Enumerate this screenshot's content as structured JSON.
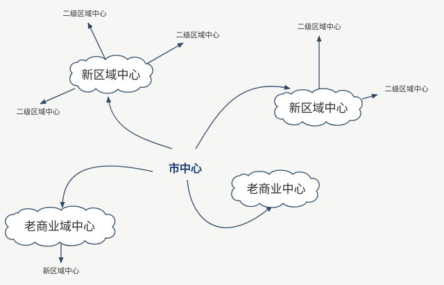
{
  "center": {
    "label": "市中心"
  },
  "nodes": {
    "new_area_left": {
      "label": "新区域中心"
    },
    "new_area_right": {
      "label": "新区域中心"
    },
    "old_commercial": {
      "label": "老商业中心"
    },
    "old_commercial_area": {
      "label": "老商业域中心"
    }
  },
  "leaves": {
    "left_top": "二级区域中心",
    "left_right": "二级区域中心",
    "left_bottom": "二级区域中心",
    "right_top": "二级区域中心",
    "right_side": "二级区域中心",
    "old_area_sub": "新区域中心"
  },
  "colors": {
    "line": "#2f4a66",
    "center_text": "#1b3c6e",
    "background": "#f6f6f4"
  }
}
